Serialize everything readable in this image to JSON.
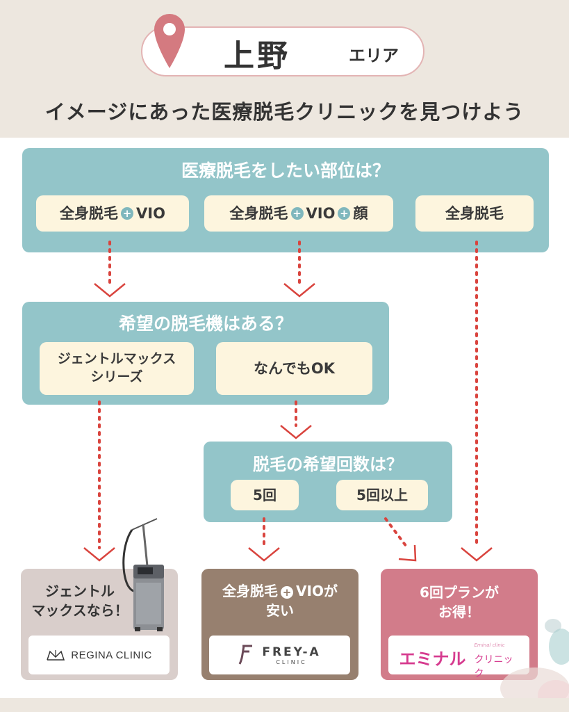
{
  "header": {
    "area_name": "上野",
    "area_suffix": "エリア",
    "headline": "イメージにあった医療脱毛クリニックを見つけよう"
  },
  "question1": {
    "title": "医療脱毛をしたい部位は？",
    "option_a": {
      "text1": "全身脱毛",
      "text2": "VIO"
    },
    "option_b": {
      "text1": "全身脱毛",
      "text2": "VIO",
      "text3": "顔"
    },
    "option_c": {
      "text1": "全身脱毛"
    }
  },
  "question2": {
    "title": "希望の脱毛機はある？",
    "option_a": "ジェントルマックス\nシリーズ",
    "option_b": "なんでもOK"
  },
  "question3": {
    "title": "脱毛の希望回数は？",
    "option_a": "5回",
    "option_b": "5回以上"
  },
  "results": [
    {
      "title": "ジェントル\nマックスなら！",
      "logo_text": "REGINA CLINIC",
      "bg_color": "#d9cecb",
      "text_color": "#333333"
    },
    {
      "title_part1": "全身脱毛",
      "title_part2": "VIOが",
      "title_part3": "安い",
      "logo_text": "FREY-A",
      "logo_subtext": "CLINIC",
      "bg_color": "#97806f",
      "text_color": "#ffffff"
    },
    {
      "title": "6回プランが\nお得！",
      "logo_text_main": "エミナル",
      "logo_text_sub": "クリニック",
      "logo_small": "Eminal clinic",
      "bg_color": "#d27c8a",
      "text_color": "#ffffff"
    }
  ],
  "colors": {
    "header_bg": "#ede7df",
    "question_box": "#93c5c9",
    "option_bg": "#fdf5de",
    "arrow_red": "#d9443e",
    "pin": "#d47a80"
  }
}
